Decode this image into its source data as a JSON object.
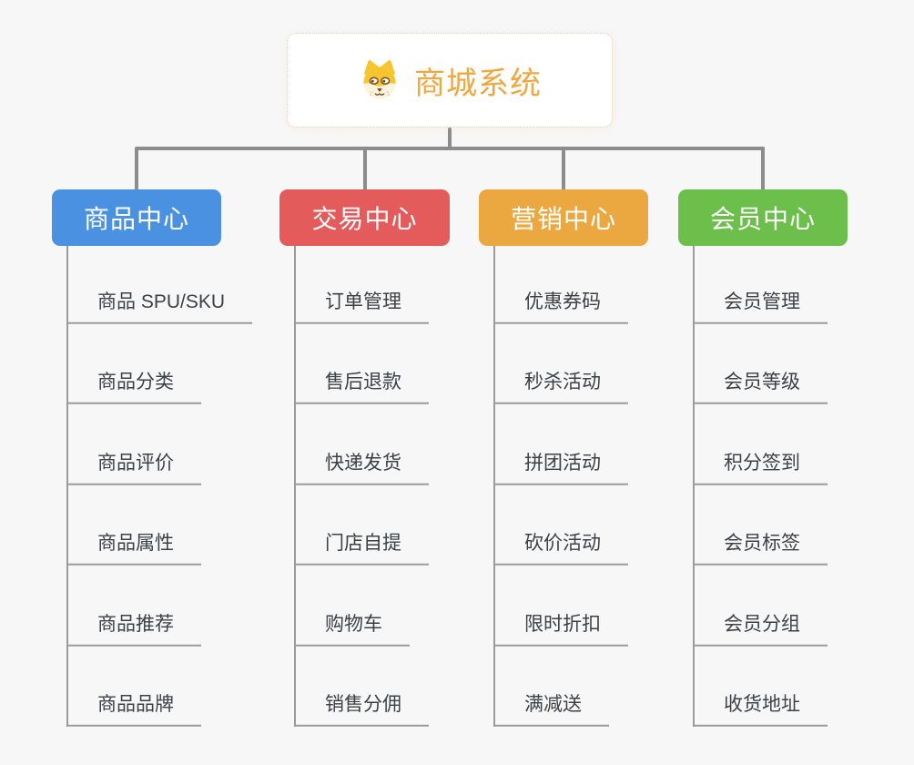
{
  "app": {
    "background": "#f7f7f7"
  },
  "root": {
    "title": "商城系统",
    "icon": "shiba-dog-icon",
    "text_color": "#f0a73e",
    "border_color": "#f2c98f"
  },
  "connector_color": "#8c8c8c",
  "leaf_line_color": "#9b9b9b",
  "leaf_text_color": "#3c4146",
  "branches": [
    {
      "label": "商品中心",
      "color": "#4a91e2",
      "children": [
        "商品 SPU/SKU",
        "商品分类",
        "商品评价",
        "商品属性",
        "商品推荐",
        "商品品牌"
      ]
    },
    {
      "label": "交易中心",
      "color": "#e35b5b",
      "children": [
        "订单管理",
        "售后退款",
        "快递发货",
        "门店自提",
        "购物车",
        "销售分佣"
      ]
    },
    {
      "label": "营销中心",
      "color": "#eba840",
      "children": [
        "优惠券码",
        "秒杀活动",
        "拼团活动",
        "砍价活动",
        "限时折扣",
        "满减送"
      ]
    },
    {
      "label": "会员中心",
      "color": "#6cbf4a",
      "children": [
        "会员管理",
        "会员等级",
        "积分签到",
        "会员标签",
        "会员分组",
        "收货地址"
      ]
    }
  ]
}
